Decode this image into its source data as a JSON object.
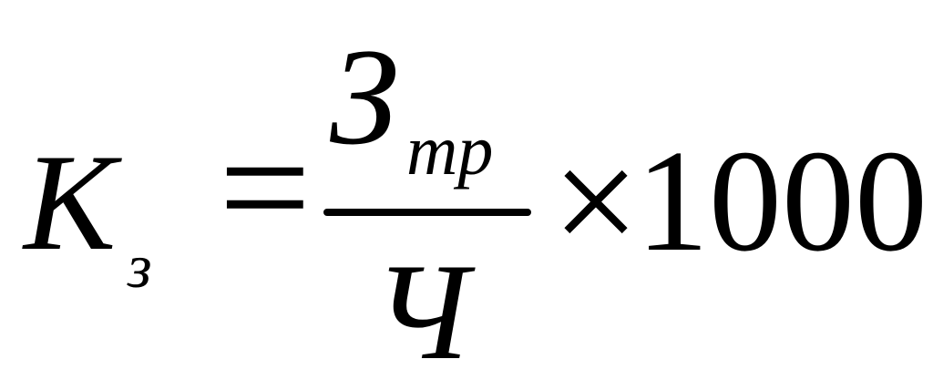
{
  "formula": {
    "lhs": "K",
    "lhs_subscript": "з",
    "equals": "=",
    "numerator": "З",
    "numerator_subscript": "тр",
    "denominator": "Ч",
    "operator": "×",
    "multiplier": "1000"
  }
}
